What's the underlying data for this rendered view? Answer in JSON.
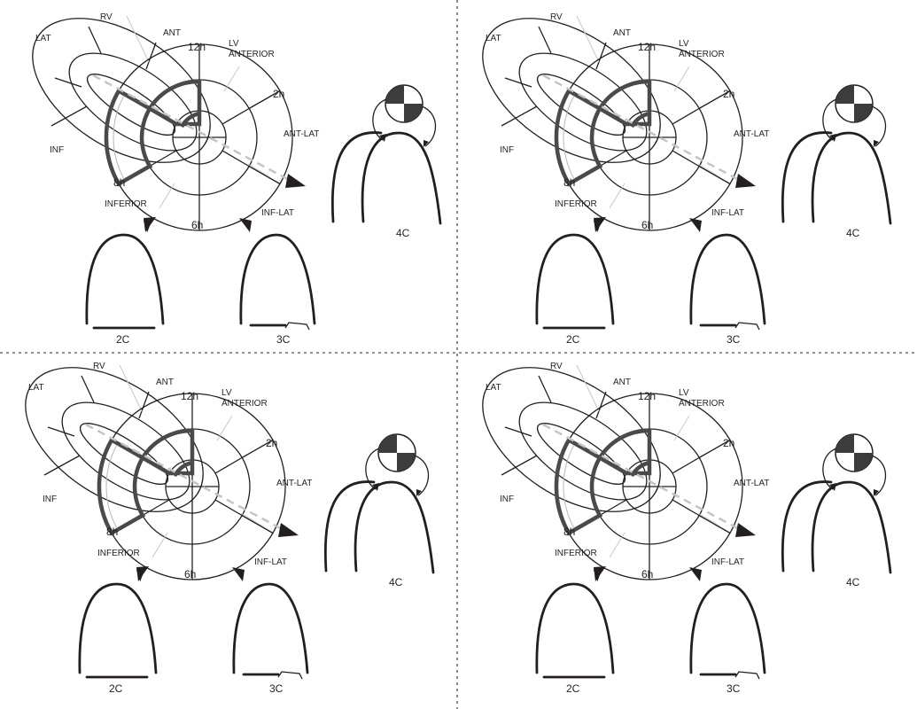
{
  "panels": [
    {
      "id": "top-left",
      "highlight": "inferior",
      "rv_labels": {
        "rv": "RV",
        "lat": "LAT",
        "ant": "ANT",
        "inf": "INF"
      },
      "clock_labels": {
        "h12": "12h",
        "h2": "2h",
        "h8": "8h",
        "h6": "6h"
      },
      "lv_wall_labels": {
        "lv_anterior_line1": "LV",
        "lv_anterior_line2": "ANTERIOR",
        "ant_lat": "ANT-LAT",
        "inf_lat": "INF-LAT",
        "inferior": "INFERIOR"
      },
      "views": {
        "four_chamber": "4C",
        "two_chamber": "2C",
        "three_chamber": "3C"
      }
    },
    {
      "id": "top-right",
      "highlight": "inferior",
      "rv_labels": {
        "rv": "RV",
        "lat": "LAT",
        "ant": "ANT",
        "inf": "INF"
      },
      "clock_labels": {
        "h12": "12h",
        "h2": "2h",
        "h8": "8h",
        "h6": "6h"
      },
      "lv_wall_labels": {
        "lv_anterior_line1": "LV",
        "lv_anterior_line2": "ANTERIOR",
        "ant_lat": "ANT-LAT",
        "inf_lat": "INF-LAT",
        "inferior": "INFERIOR"
      },
      "views": {
        "four_chamber": "4C",
        "two_chamber": "2C",
        "three_chamber": "3C"
      }
    },
    {
      "id": "bottom-left",
      "highlight": "inferior",
      "rv_labels": {
        "rv": "RV",
        "lat": "LAT",
        "ant": "ANT",
        "inf": "INF"
      },
      "clock_labels": {
        "h12": "12h",
        "h2": "2h",
        "h8": "8h",
        "h6": "6h"
      },
      "lv_wall_labels": {
        "lv_anterior_line1": "LV",
        "lv_anterior_line2": "ANTERIOR",
        "ant_lat": "ANT-LAT",
        "inf_lat": "INF-LAT",
        "inferior": "INFERIOR"
      },
      "views": {
        "four_chamber": "4C",
        "two_chamber": "2C",
        "three_chamber": "3C"
      }
    },
    {
      "id": "bottom-right",
      "highlight": "inferior",
      "rv_labels": {
        "rv": "RV",
        "lat": "LAT",
        "ant": "ANT",
        "inf": "INF"
      },
      "clock_labels": {
        "h12": "12h",
        "h2": "2h",
        "h8": "8h",
        "h6": "6h"
      },
      "lv_wall_labels": {
        "lv_anterior_line1": "LV",
        "lv_anterior_line2": "ANTERIOR",
        "ant_lat": "ANT-LAT",
        "inf_lat": "INF-LAT",
        "inferior": "INFERIOR"
      },
      "views": {
        "four_chamber": "4C",
        "two_chamber": "2C",
        "three_chamber": "3C"
      }
    }
  ],
  "colors": {
    "line": "#231f20",
    "highlight": "#4a4a4a",
    "probe_dark": "#3c3c3c",
    "divider": "#6d6e71",
    "guide_dashed": "#c4c4c4"
  }
}
